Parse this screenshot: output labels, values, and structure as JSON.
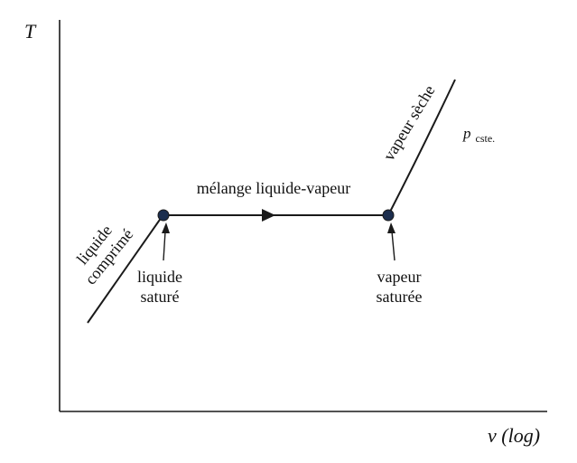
{
  "diagram": {
    "title_semantic": "T-v phase change diagram at constant pressure",
    "axes": {
      "y_label": "T",
      "x_label": "v (log)"
    },
    "labels": {
      "compressed_liquid_line1": "liquide",
      "compressed_liquid_line2": "comprimé",
      "saturated_liquid_line1": "liquide",
      "saturated_liquid_line2": "saturé",
      "mixture": "mélange liquide-vapeur",
      "saturated_vapor_line1": "vapeur",
      "saturated_vapor_line2": "saturée",
      "dry_vapor": "vapeur sèche",
      "pressure_symbol": "p",
      "pressure_subscript": "cste."
    },
    "colors": {
      "line": "#1a1a1a",
      "point": "#1c2e4e",
      "text": "#111111"
    }
  }
}
